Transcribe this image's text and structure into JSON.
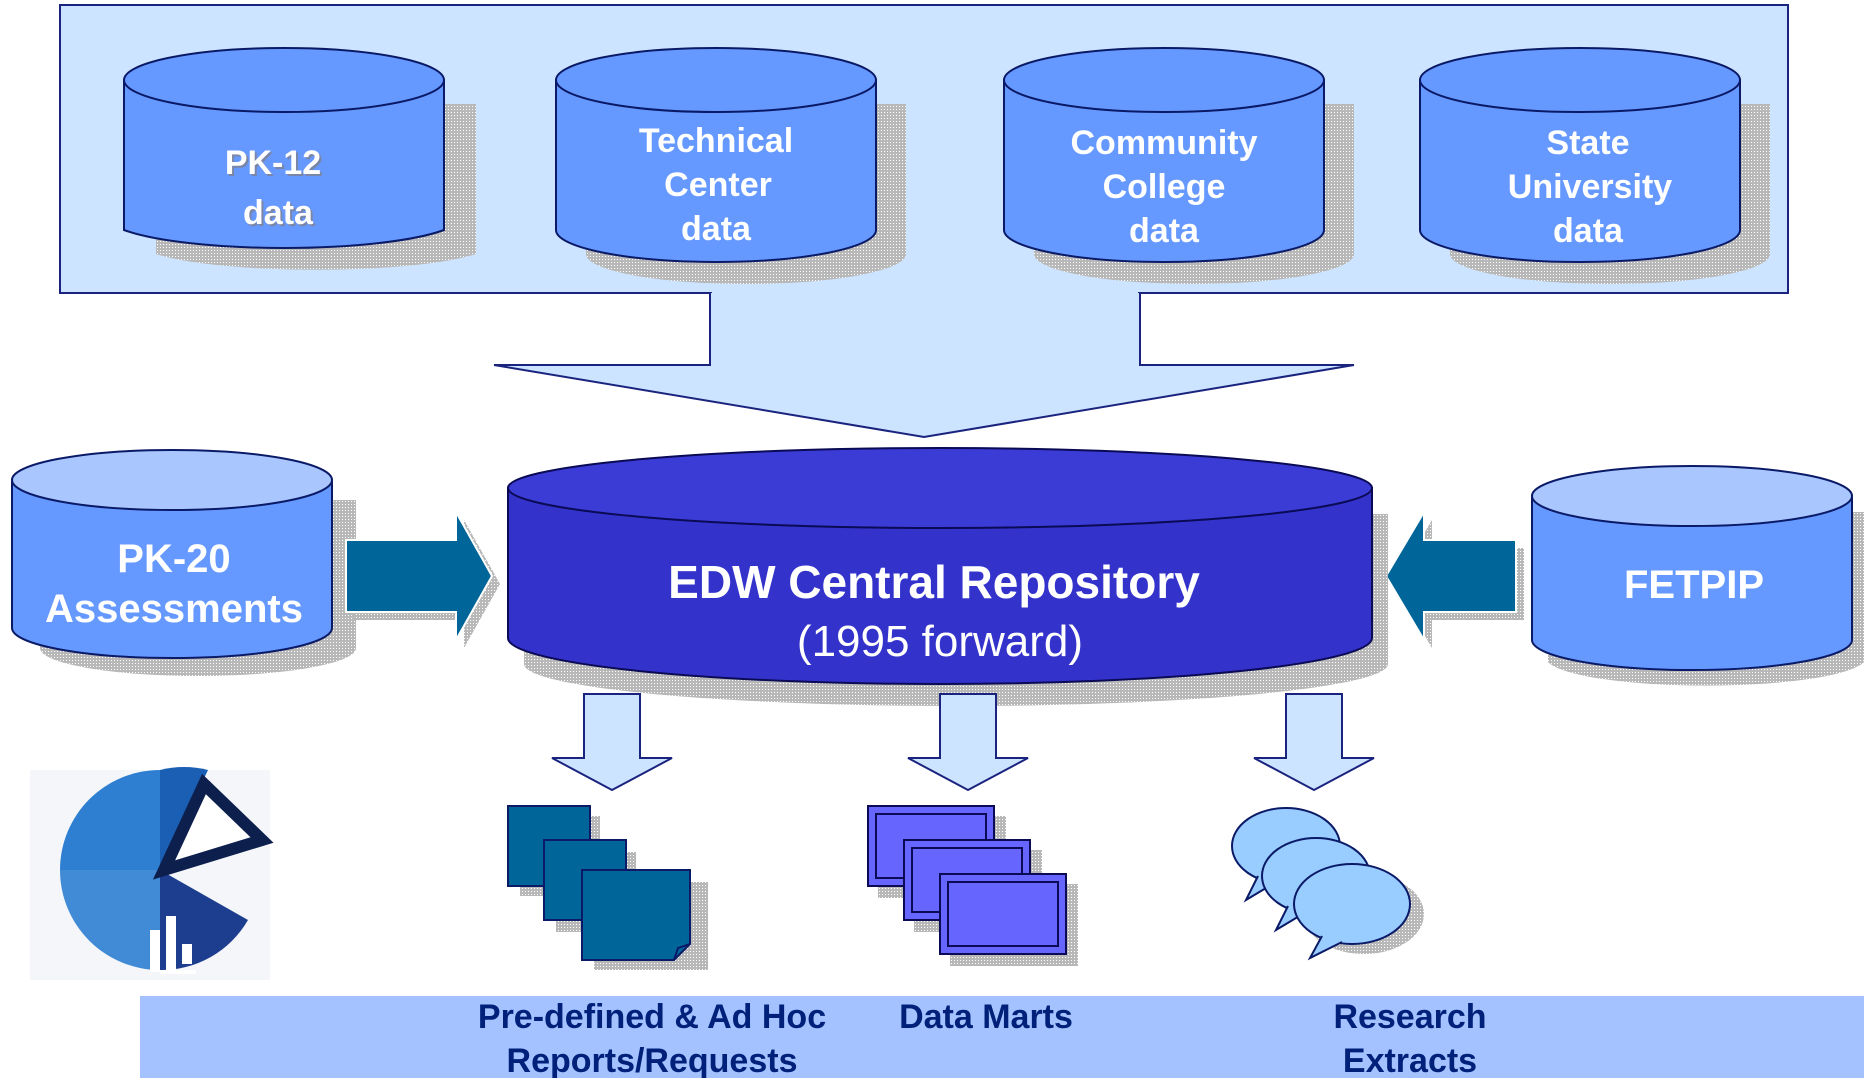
{
  "sources": [
    {
      "lines": [
        "PK-12",
        "data"
      ]
    },
    {
      "lines": [
        "Technical",
        "Center",
        "data"
      ]
    },
    {
      "lines": [
        "Community",
        "College",
        "data"
      ]
    },
    {
      "lines": [
        "State",
        "University",
        "data"
      ]
    }
  ],
  "left_source": {
    "lines": [
      "PK-20",
      "Assessments"
    ]
  },
  "right_source": {
    "lines": [
      "FETPIP"
    ]
  },
  "central": {
    "title": "EDW Central Repository",
    "subtitle": "(1995 forward)"
  },
  "outputs": [
    {
      "lines": [
        "Pre-defined & Ad Hoc",
        "Reports/Requests"
      ]
    },
    {
      "lines": [
        "Data Marts"
      ]
    },
    {
      "lines": [
        "Research",
        "Extracts"
      ]
    }
  ],
  "colors": {
    "panel": "#cce4ff",
    "cylinder": "#6699ff",
    "cylinder_light": "#a9c6ff",
    "central": "#3333cc",
    "central_top": "#3b3bd6",
    "arrow": "#006699",
    "report_sheet": "#006699",
    "datamart": "#6666ff",
    "bubble": "#99ccff",
    "bottom_band": "#a3c2ff",
    "label_dark": "#00207a"
  }
}
